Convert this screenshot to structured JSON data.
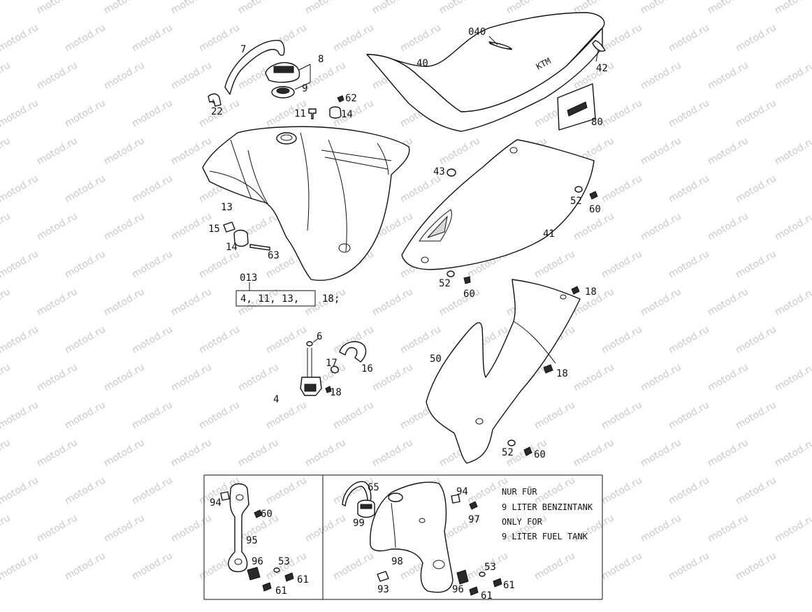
{
  "watermark": "motod.ru",
  "labels": {
    "l040": "040",
    "l40": "40",
    "l42": "42",
    "l80": "80",
    "l7": "7",
    "l8": "8",
    "l9": "9",
    "l22": "22",
    "l62": "62",
    "l11": "11",
    "l14a": "14",
    "l13": "13",
    "l15": "15",
    "l14b": "14",
    "l63": "63",
    "l43": "43",
    "l52a": "52",
    "l60a": "60",
    "l41": "41",
    "l52b": "52",
    "l60b": "60",
    "l18a": "18",
    "l013": "013",
    "kit": "4, 11, 13,",
    "kit_tail": "18;",
    "l6": "6",
    "l17": "17",
    "l16": "16",
    "l4": "4",
    "l18b": "18",
    "l50": "50",
    "l18c": "18",
    "l52c": "52",
    "l60c": "60",
    "l94a": "94",
    "l60d": "60",
    "l95": "95",
    "l96a": "96",
    "l53a": "53",
    "l61a": "61",
    "l61b": "61",
    "l65": "65",
    "l99": "99",
    "l94b": "94",
    "l97": "97",
    "l98": "98",
    "l93": "93",
    "l53b": "53",
    "l61c": "61",
    "l96b": "96",
    "l61d": "61"
  },
  "note": {
    "line1": "NUR FÜR",
    "line2": "9 LITER BENZINTANK",
    "line3": "ONLY FOR",
    "line4": "9 LITER FUEL TANK"
  },
  "seat_logo": "KTM"
}
